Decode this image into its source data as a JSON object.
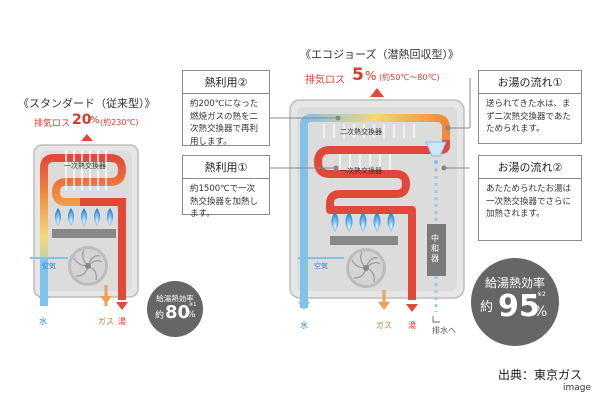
{
  "left_unit": {
    "title": "《スタンダード（従来型）》",
    "exhaust_label": "排気ロス",
    "exhaust_value": "20",
    "exhaust_pct": "%",
    "exhaust_temp": "(約230℃)",
    "hex1_label": "一次熱交換器",
    "air_label": "空気",
    "water_label": "水",
    "gas_label": "ガス",
    "hot_label": "湯",
    "eff_label": "給湯熱効率",
    "eff_prefix": "約",
    "eff_value": "80",
    "eff_pct": "%",
    "eff_note": "※1"
  },
  "right_unit": {
    "title": "《エコジョーズ（潜熱回収型）》",
    "exhaust_label": "排気ロス",
    "exhaust_value": "5",
    "exhaust_pct": "%",
    "exhaust_temp": "(約50℃〜80℃)",
    "hex2_label": "二次熱交換器",
    "hex1_label": "一次熱交換器",
    "neutralizer_label": "中和器",
    "air_label": "空気",
    "water_label": "水",
    "gas_label": "ガス",
    "hot_label": "湯",
    "drain_label": "排水へ",
    "eff_label": "給湯熱効率",
    "eff_prefix": "約",
    "eff_value": "95",
    "eff_pct": "%",
    "eff_note": "※2"
  },
  "callouts": {
    "heat2_title": "熱利用②",
    "heat2_body": "約200℃になった燃焼ガスの熱を二次熱交換器で再利用します。",
    "heat1_title": "熱利用①",
    "heat1_body": "約1500℃で一次熱交換器を加熱します。",
    "flow1_title": "お湯の流れ①",
    "flow1_body": "送られてきた水は、まず二次熱交換器であたためられます。",
    "flow2_title": "お湯の流れ②",
    "flow2_body": "あたためられたお湯は一次熱交換器でさらに加熱されます。"
  },
  "source": "出典：東京ガス",
  "image_label": "image",
  "colors": {
    "cabinet": "#e3e3e3",
    "cabinet_border": "#b3b3b3",
    "hot_red": "#e2483a",
    "cold_blue": "#7fc2ea",
    "warm_yellow": "#f3d77a",
    "flame_blue": "#2f86d4",
    "gas_orange": "#f0a050",
    "circle_gray": "#666666"
  }
}
